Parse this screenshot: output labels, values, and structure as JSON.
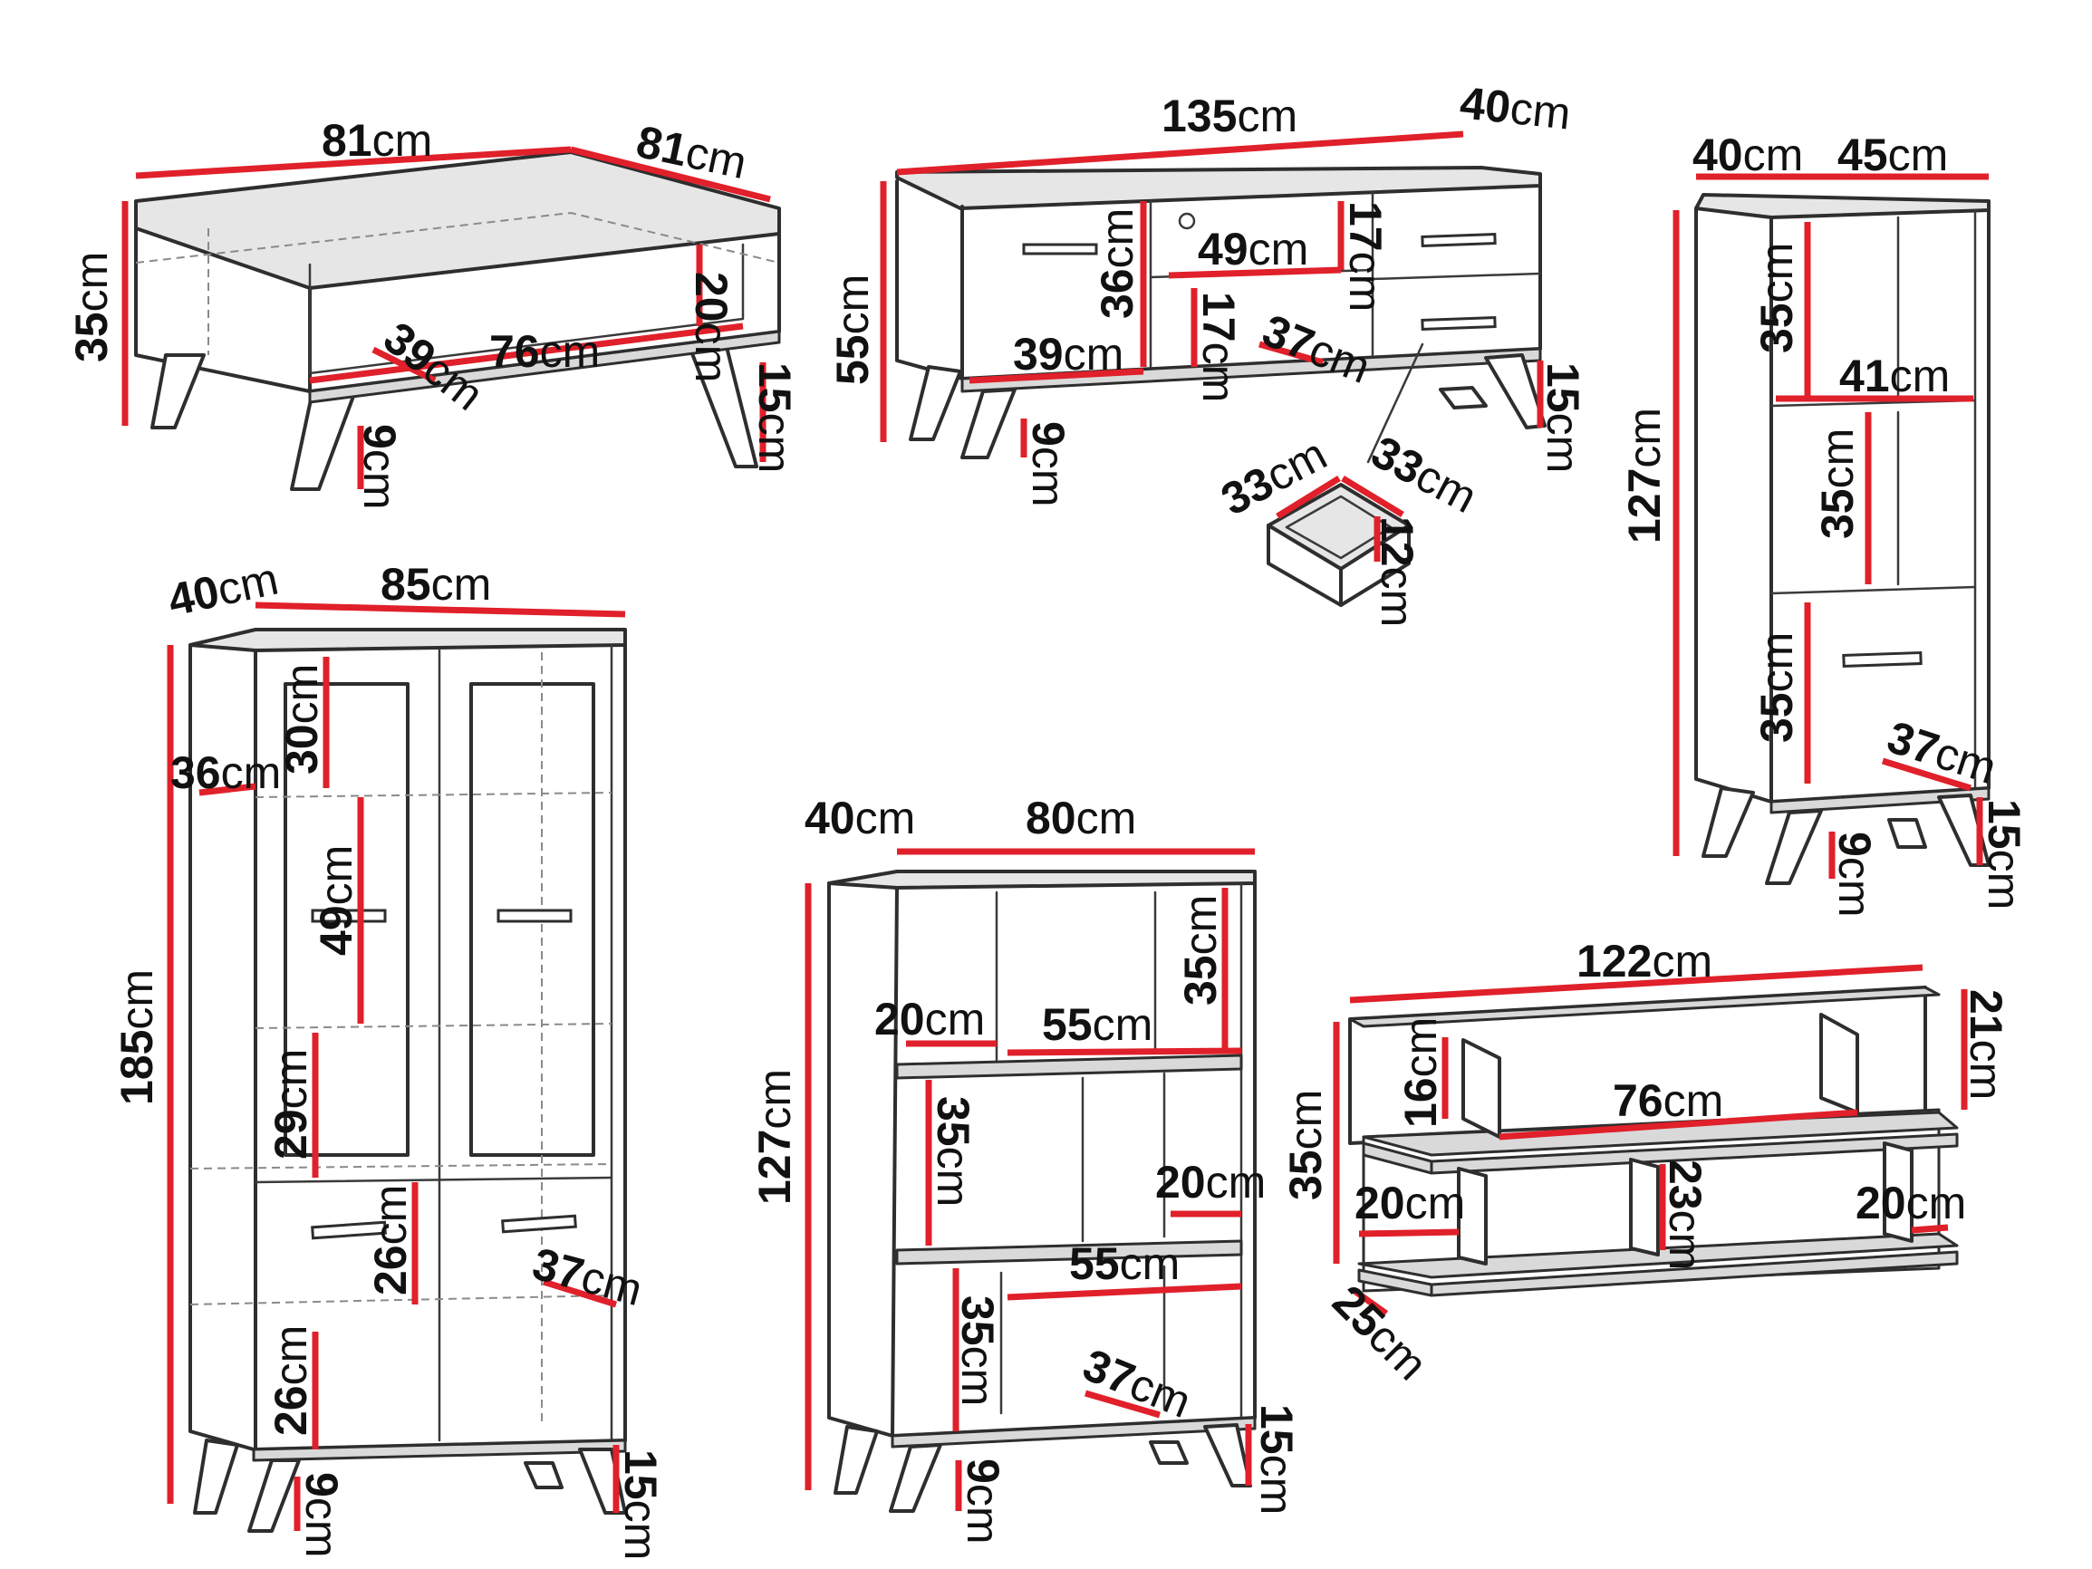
{
  "title": "",
  "units": "cm",
  "colors": {
    "dimension_line": "#e0202a",
    "outline": "#2e2e2e",
    "panel": "#e6e6e6",
    "text": "#111111"
  },
  "coffee_table": {
    "width": "81",
    "depth": "81",
    "height": "35",
    "inner_width": "76",
    "inner_depth": "39",
    "inner_height": "20",
    "leg_height": "15",
    "clearance": "9"
  },
  "tv_stand": {
    "width": "135",
    "depth": "40",
    "height": "55",
    "compartment_height": "36",
    "compartment_depth": "39",
    "niche_width": "49",
    "upper_niche_height": "17",
    "lower_niche_height": "17",
    "drawer_depth": "37",
    "leg_height": "15",
    "clearance": "9",
    "drawer": {
      "width": "33",
      "depth": "33",
      "height": "12"
    }
  },
  "narrow_cabinet": {
    "depth": "40",
    "width": "45",
    "height": "127",
    "top_shelf_height": "35",
    "shelf_width": "41",
    "middle_shelf_height": "35",
    "door_height": "35",
    "inner_depth": "37",
    "leg_height": "15",
    "clearance": "9"
  },
  "display_cabinet": {
    "depth": "40",
    "width": "85",
    "height": "185",
    "top_section_height": "30",
    "inner_depth_top": "36",
    "glass_section_height": "49",
    "lower_glass_height": "29",
    "door_height_mid": "26",
    "door_height_bottom": "26",
    "inner_depth_bottom": "37",
    "leg_height": "15",
    "clearance": "9"
  },
  "bookcase": {
    "depth": "40",
    "width": "80",
    "height": "127",
    "top_shelf_height": "35",
    "side_depth": "20",
    "shelf_width_top": "55",
    "mid_shelf_height": "35",
    "mid_depth": "20",
    "shelf_width_bottom": "55",
    "bottom_shelf_height": "35",
    "inner_depth": "37",
    "leg_height": "15",
    "clearance": "9"
  },
  "wall_shelf": {
    "width": "122",
    "height": "35",
    "depth": "25",
    "top_shelf_height": "21",
    "divider_height": "16",
    "top_span": "76",
    "middle_height": "23",
    "left_depth": "20",
    "right_depth": "20"
  }
}
